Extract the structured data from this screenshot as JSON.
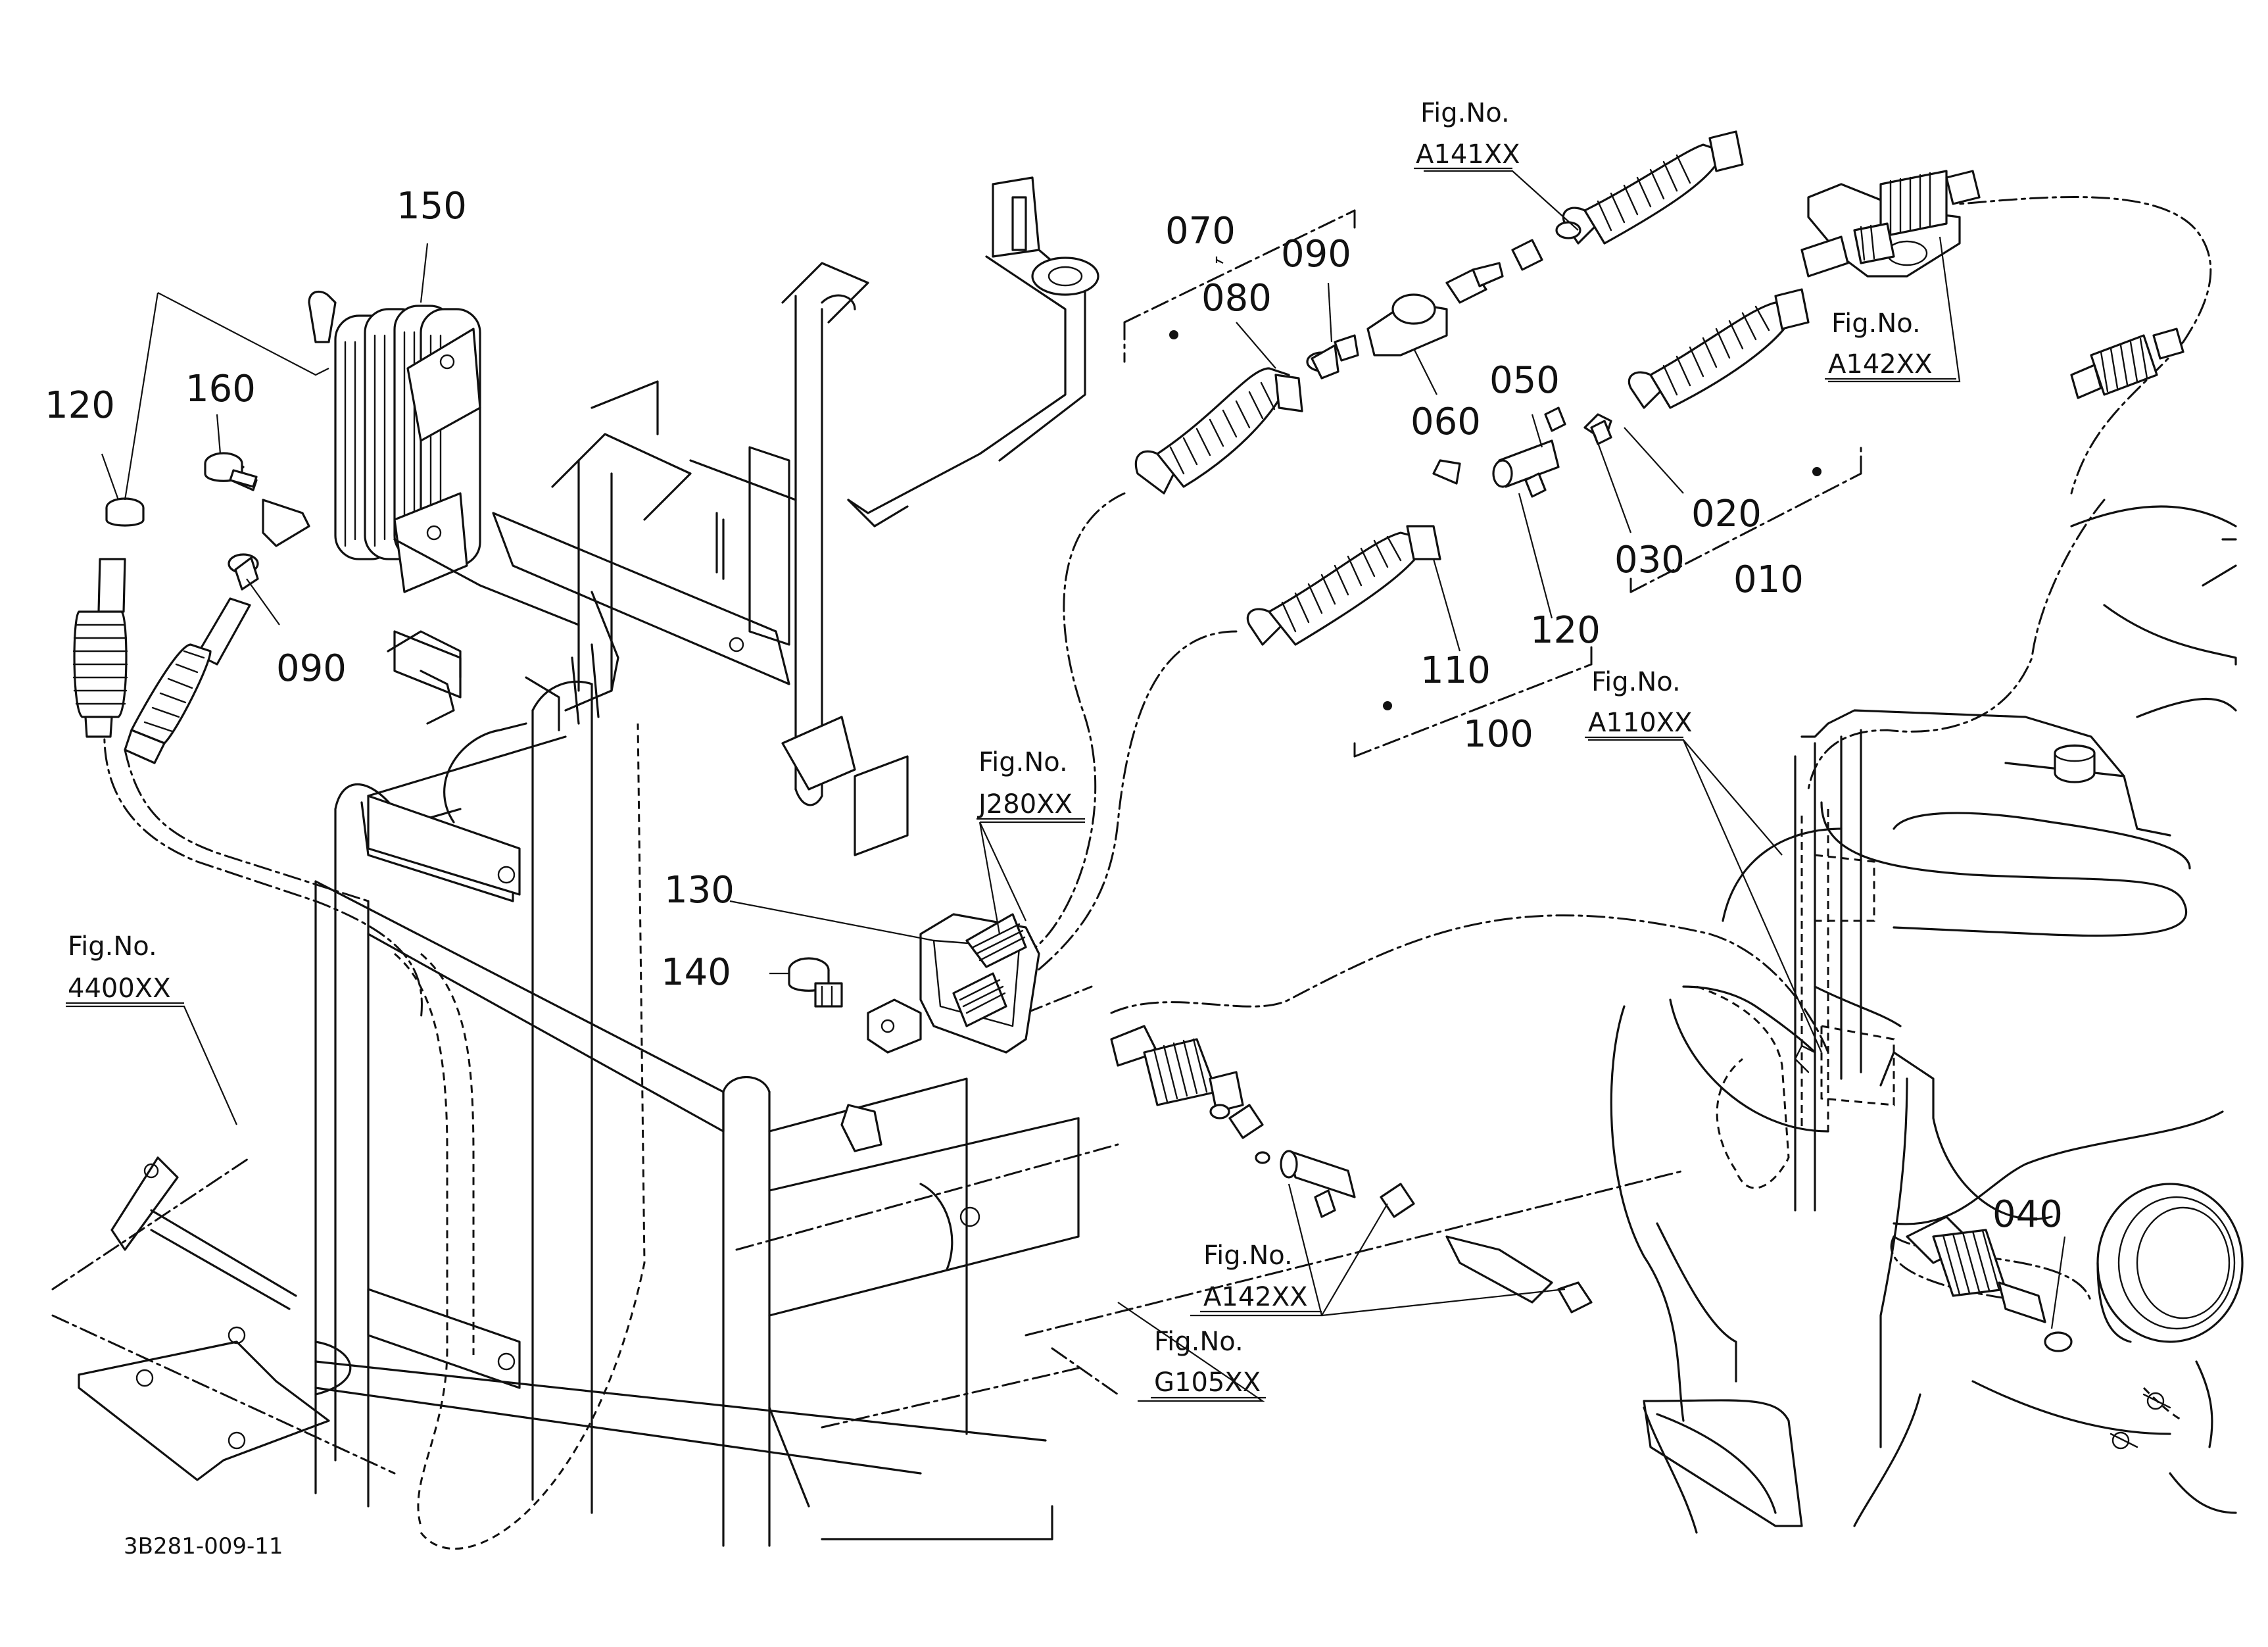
{
  "drawing_code": "3B281-009-11",
  "part_labels": {
    "p150": "150",
    "p120a": "120",
    "p160": "160",
    "p090a": "090",
    "p070": "070",
    "p080": "080",
    "p090b": "090",
    "p060": "060",
    "p050": "050",
    "p030": "030",
    "p020": "020",
    "p010": "010",
    "p120b": "120",
    "p110": "110",
    "p100": "100",
    "p130": "130",
    "p140": "140",
    "p040": "040"
  },
  "fig_refs": {
    "a141": {
      "label": "Fig.No.",
      "code": "A141XX"
    },
    "a142_top": {
      "label": "Fig.No.",
      "code": "A142XX"
    },
    "a110": {
      "label": "Fig.No.",
      "code": "A110XX"
    },
    "j280": {
      "label": "Fig.No.",
      "code": "J280XX"
    },
    "f4400": {
      "label": "Fig.No.",
      "code": "4400XX"
    },
    "a142_bottom": {
      "label": "Fig.No.",
      "code": "A142XX"
    },
    "g105": {
      "label": "Fig.No.",
      "code": "G105XX"
    }
  }
}
